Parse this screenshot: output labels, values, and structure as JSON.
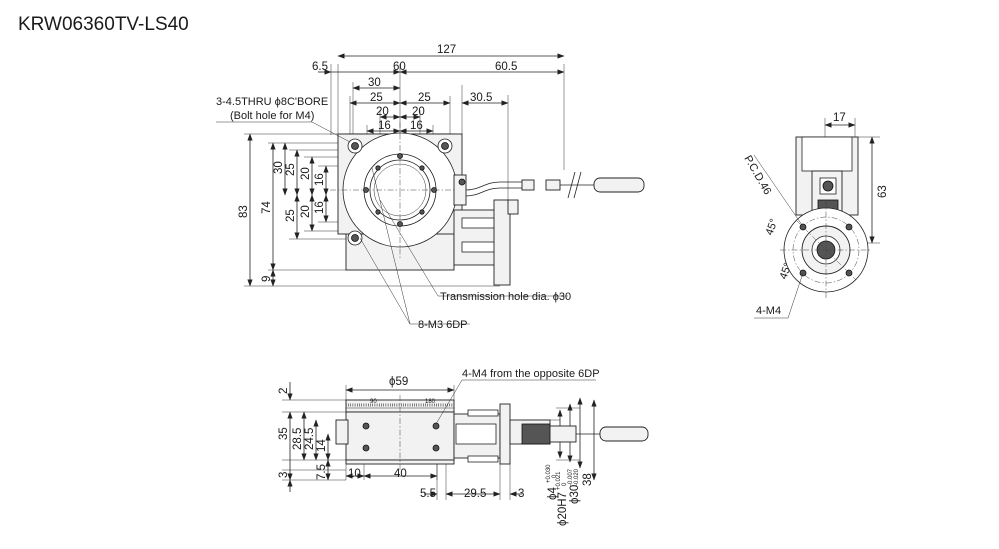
{
  "title": "KRW06360TV-LS40",
  "top_view": {
    "dims_top": [
      "127",
      "6.5",
      "60",
      "60.5",
      "30",
      "25",
      "25",
      "30.5",
      "20",
      "20",
      "16",
      "16"
    ],
    "dims_left": [
      "83",
      "74",
      "9",
      "30",
      "25",
      "25",
      "20",
      "20",
      "16",
      "16"
    ],
    "callout_bolt_1": "3-4.5THRU ϕ8C'BORE",
    "callout_bolt_2": "(Bolt hole for M4)",
    "callout_transmission": "Transmission hole dia. ϕ30",
    "callout_m3": "8-M3 6DP"
  },
  "side_view": {
    "dims": [
      "17",
      "63"
    ],
    "pcd": "P.C.D.46",
    "angle_1": "45°",
    "angle_2": "45°",
    "callout_m4": "4-M4"
  },
  "front_view": {
    "phi59": "ϕ59",
    "callout_m4_opposite": "4-M4 from the opposite 6DP",
    "dims_left": [
      "2",
      "35",
      "28.5",
      "24.5",
      "14",
      "3",
      "7.5"
    ],
    "dims_bottom": [
      "10",
      "40",
      "5.5",
      "29.5",
      "3"
    ],
    "dims_right_vertical": [
      "ϕ4",
      "ϕ20H7",
      "ϕ30",
      "38"
    ],
    "tol_phi4_upper": "+0.030",
    "tol_phi4_lower": "0",
    "tol_phi20_upper": "+0.021",
    "tol_phi20_lower": "0",
    "tol_phi30_upper": "-0.007",
    "tol_phi30_lower": "-0.020",
    "scale_labels": [
      "90",
      "180"
    ]
  }
}
